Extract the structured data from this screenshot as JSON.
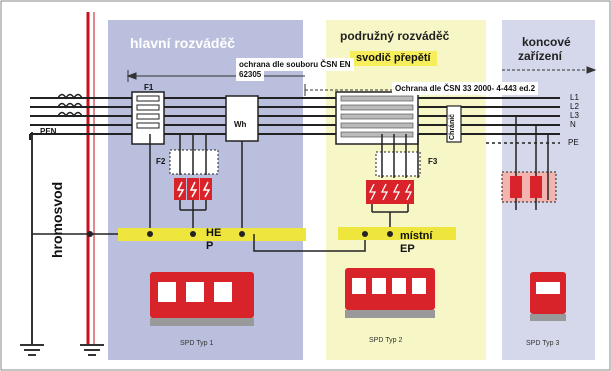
{
  "sections": {
    "main": "hlavní rozváděč",
    "sub": "podružný rozváděč",
    "end_line1": "koncové",
    "end_line2": "zařízení"
  },
  "notes": {
    "csn_line1": "ochrana dle souboru ČSN EN",
    "csn_line2": "62305",
    "csn_443": "Ochrana dle ČSN 33 2000- 4-443 ed.2",
    "svodic": "svodič přepětí"
  },
  "lines": [
    "L1",
    "L2",
    "L3",
    "N",
    "PE"
  ],
  "labels": {
    "pen": "PEN",
    "f1": "F1",
    "f2": "F2",
    "f3": "F3",
    "wh": "Wh",
    "chranic": "Chránič",
    "hromosvod": "hromosvod",
    "hep_line1": "HE",
    "hep_line2": "P",
    "mistni_line1": "místní",
    "mistni_line2": "EP"
  },
  "spd": [
    "SPD Typ 1",
    "SPD Typ 2",
    "SPD Typ 3"
  ],
  "colors": {
    "panel_main": "#b9bfdc",
    "panel_sub": "#f7f6c6",
    "panel_end": "#d4d8ea",
    "bar": "#eee63c",
    "spd_red": "#d8232a",
    "earth": "#c8101e"
  }
}
